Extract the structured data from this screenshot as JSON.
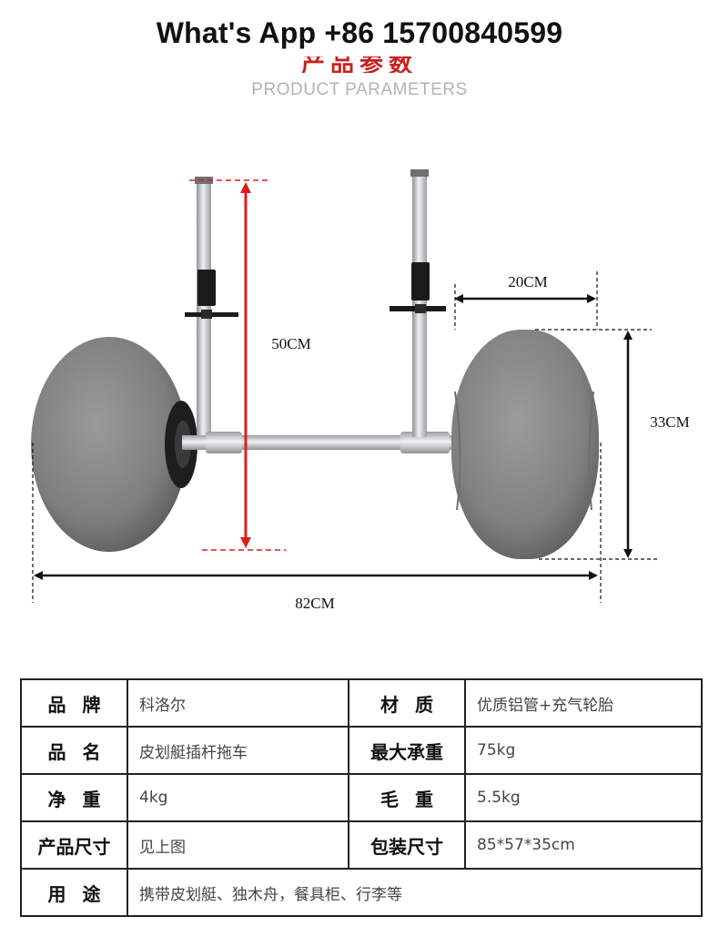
{
  "header": {
    "contact": "What's App +86 15700840599",
    "title_cn": "产品参数",
    "title_en": "PRODUCT PARAMETERS"
  },
  "figure": {
    "dims": {
      "height": "50CM",
      "width": "20CM",
      "wheel_height": "33CM",
      "total_length": "82CM"
    },
    "colors": {
      "height_arrow": "#e01b1b",
      "black_arrow": "#111111",
      "wheel": "#8a8a8a",
      "frame": "#c8ccd0"
    }
  },
  "spec_table": {
    "rows": [
      {
        "k1": "品牌",
        "v1": "科洛尔",
        "k2": "材质",
        "v2": "优质铝管+充气轮胎"
      },
      {
        "k1": "品名",
        "v1": "皮划艇插杆拖车",
        "k2": "最大承重",
        "v2": "75kg"
      },
      {
        "k1": "净重",
        "v1": "4kg",
        "k2": "毛重",
        "v2": "5.5kg"
      },
      {
        "k1": "产品尺寸",
        "v1": "见上图",
        "k2": "包装尺寸",
        "v2": "85*57*35cm"
      },
      {
        "k1": "用途",
        "v1": "携带皮划艇、独木舟，餐具柜、行李等"
      }
    ]
  }
}
